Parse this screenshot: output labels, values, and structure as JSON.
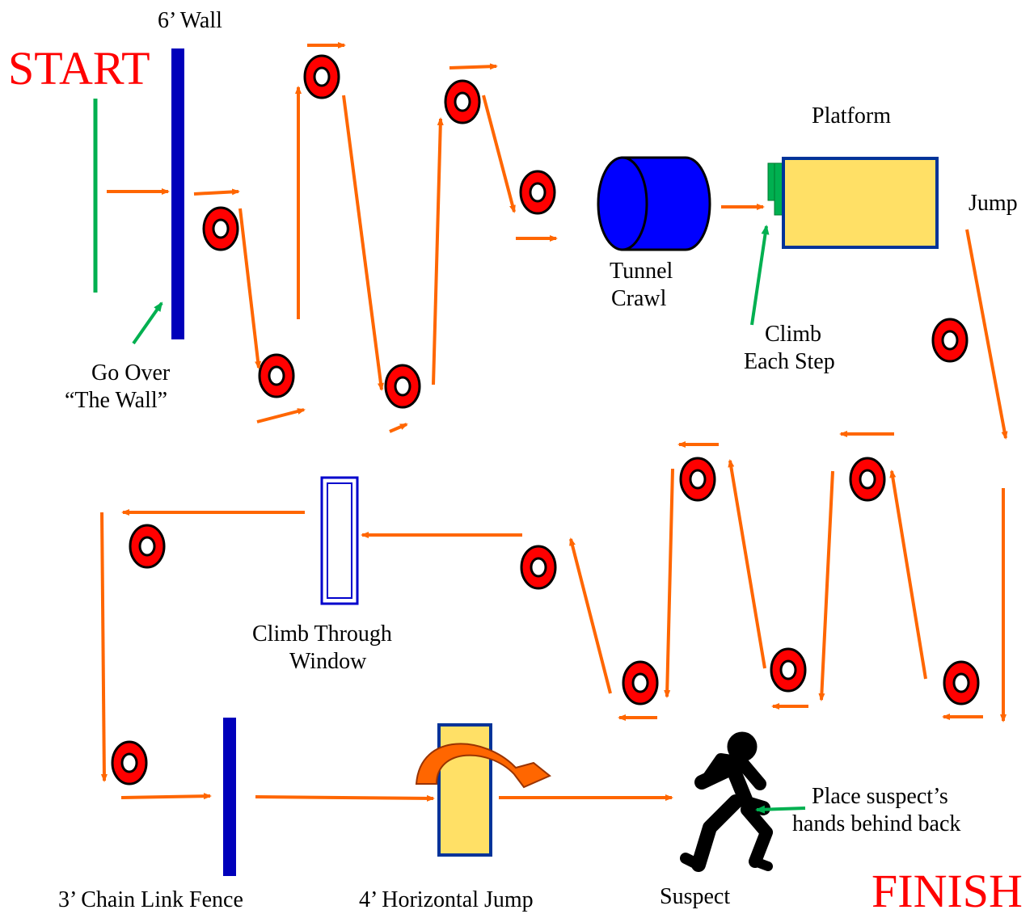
{
  "labels": {
    "start": "START",
    "finish": "FINISH",
    "wall_6ft": "6’ Wall",
    "go_over_1": "Go Over",
    "go_over_2": "“The Wall”",
    "platform": "Platform",
    "jump": "Jump",
    "tunnel_1": "Tunnel",
    "tunnel_2": "Crawl",
    "climb_step_1": "Climb",
    "climb_step_2": "Each Step",
    "window_1": "Climb Through",
    "window_2": "Window",
    "fence": "3’ Chain Link Fence",
    "horizontal_jump": "4’ Horizontal Jump",
    "suspect": "Suspect",
    "place_1": "Place suspect’s",
    "place_2": "hands behind back"
  },
  "colors": {
    "arrow": "#ff6600",
    "pointer": "#00b050",
    "wall": "#0000bb",
    "cone_outer": "#ff0000",
    "yellow": "#ffe066",
    "start_finish": "#ff0000"
  }
}
